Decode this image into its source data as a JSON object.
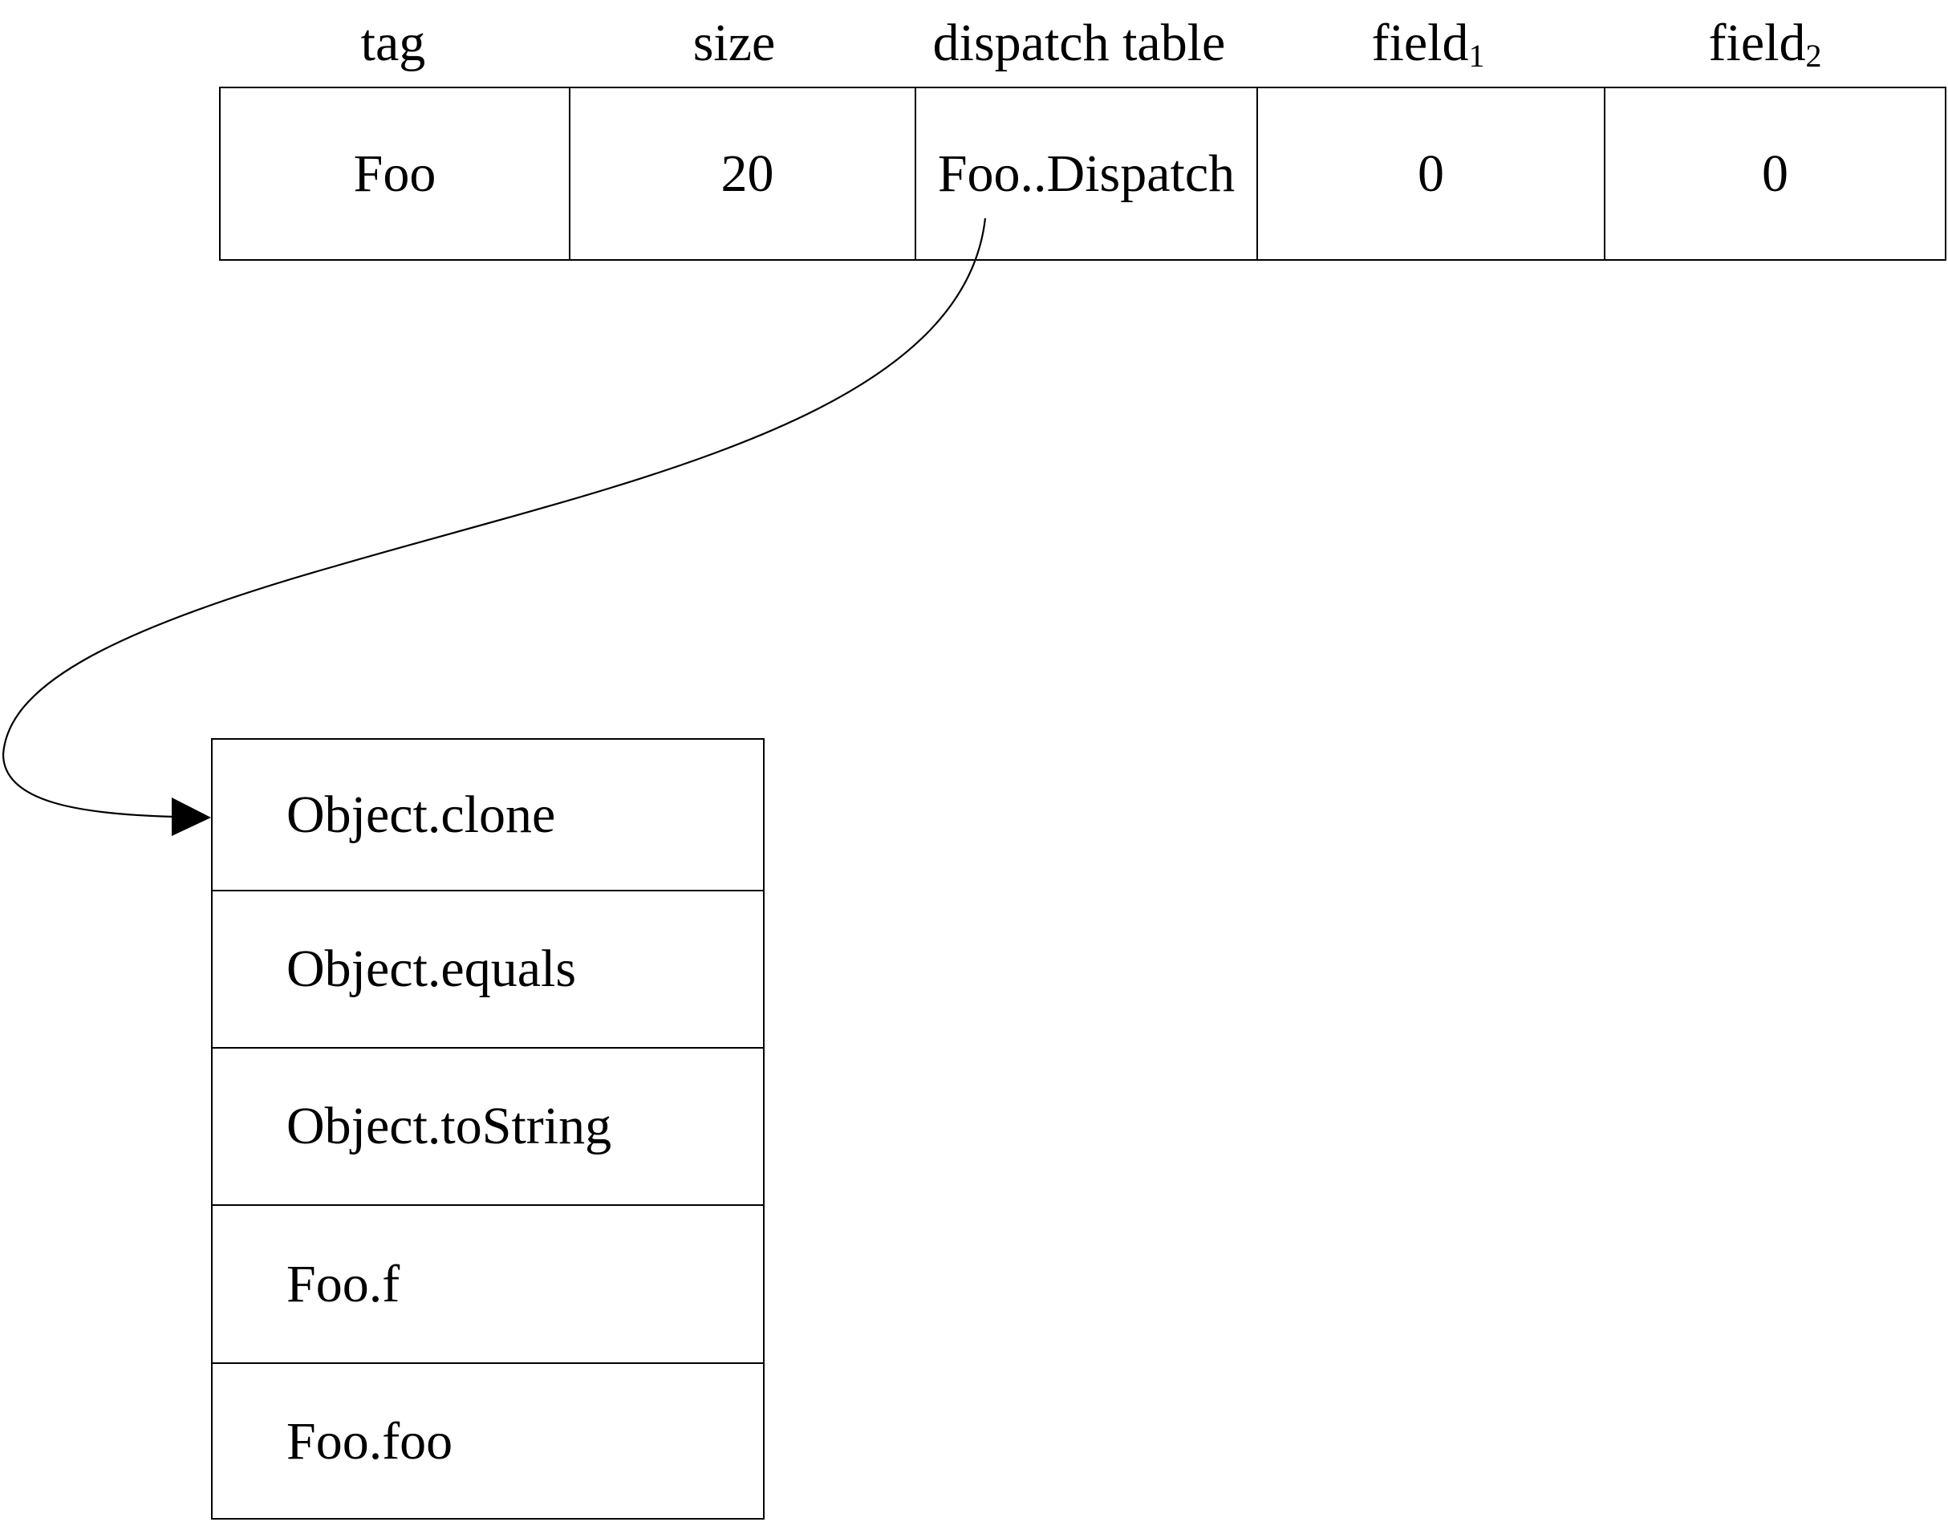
{
  "record": {
    "headers": [
      {
        "label": "tag",
        "sub": ""
      },
      {
        "label": "size",
        "sub": ""
      },
      {
        "label": "dispatch table",
        "sub": ""
      },
      {
        "label": "field",
        "sub": "1"
      },
      {
        "label": "field",
        "sub": "2"
      }
    ],
    "values": [
      "Foo",
      "20",
      "Foo..Dispatch",
      "0",
      "0"
    ]
  },
  "dispatch_table": {
    "entries": [
      "Object.clone",
      "Object.equals",
      "Object.toString",
      "Foo.f",
      "Foo.foo"
    ]
  }
}
